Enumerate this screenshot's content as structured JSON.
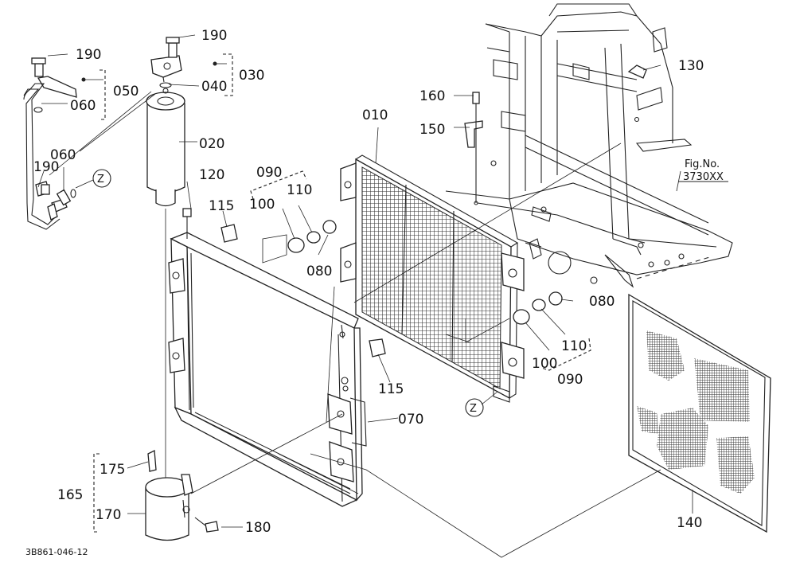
{
  "drawing_code": "3B861-046-12",
  "figure_ref": {
    "line1": "Fig.No.",
    "line2": "3730XX"
  },
  "ref_marker": "Z",
  "labels": {
    "p010": "010",
    "p020": "020",
    "p030": "030",
    "p040": "040",
    "p050": "050",
    "p060a": "060",
    "p060b": "060",
    "p070": "070",
    "p080a": "080",
    "p080b": "080",
    "p090a": "090",
    "p090b": "090",
    "p100a": "100",
    "p100b": "100",
    "p110a": "110",
    "p110b": "110",
    "p115a": "115",
    "p115b": "115",
    "p120": "120",
    "p130": "130",
    "p140": "140",
    "p150": "150",
    "p160": "160",
    "p165": "165",
    "p170": "170",
    "p175": "175",
    "p180": "180",
    "p190a": "190",
    "p190b": "190",
    "p190c": "190"
  }
}
